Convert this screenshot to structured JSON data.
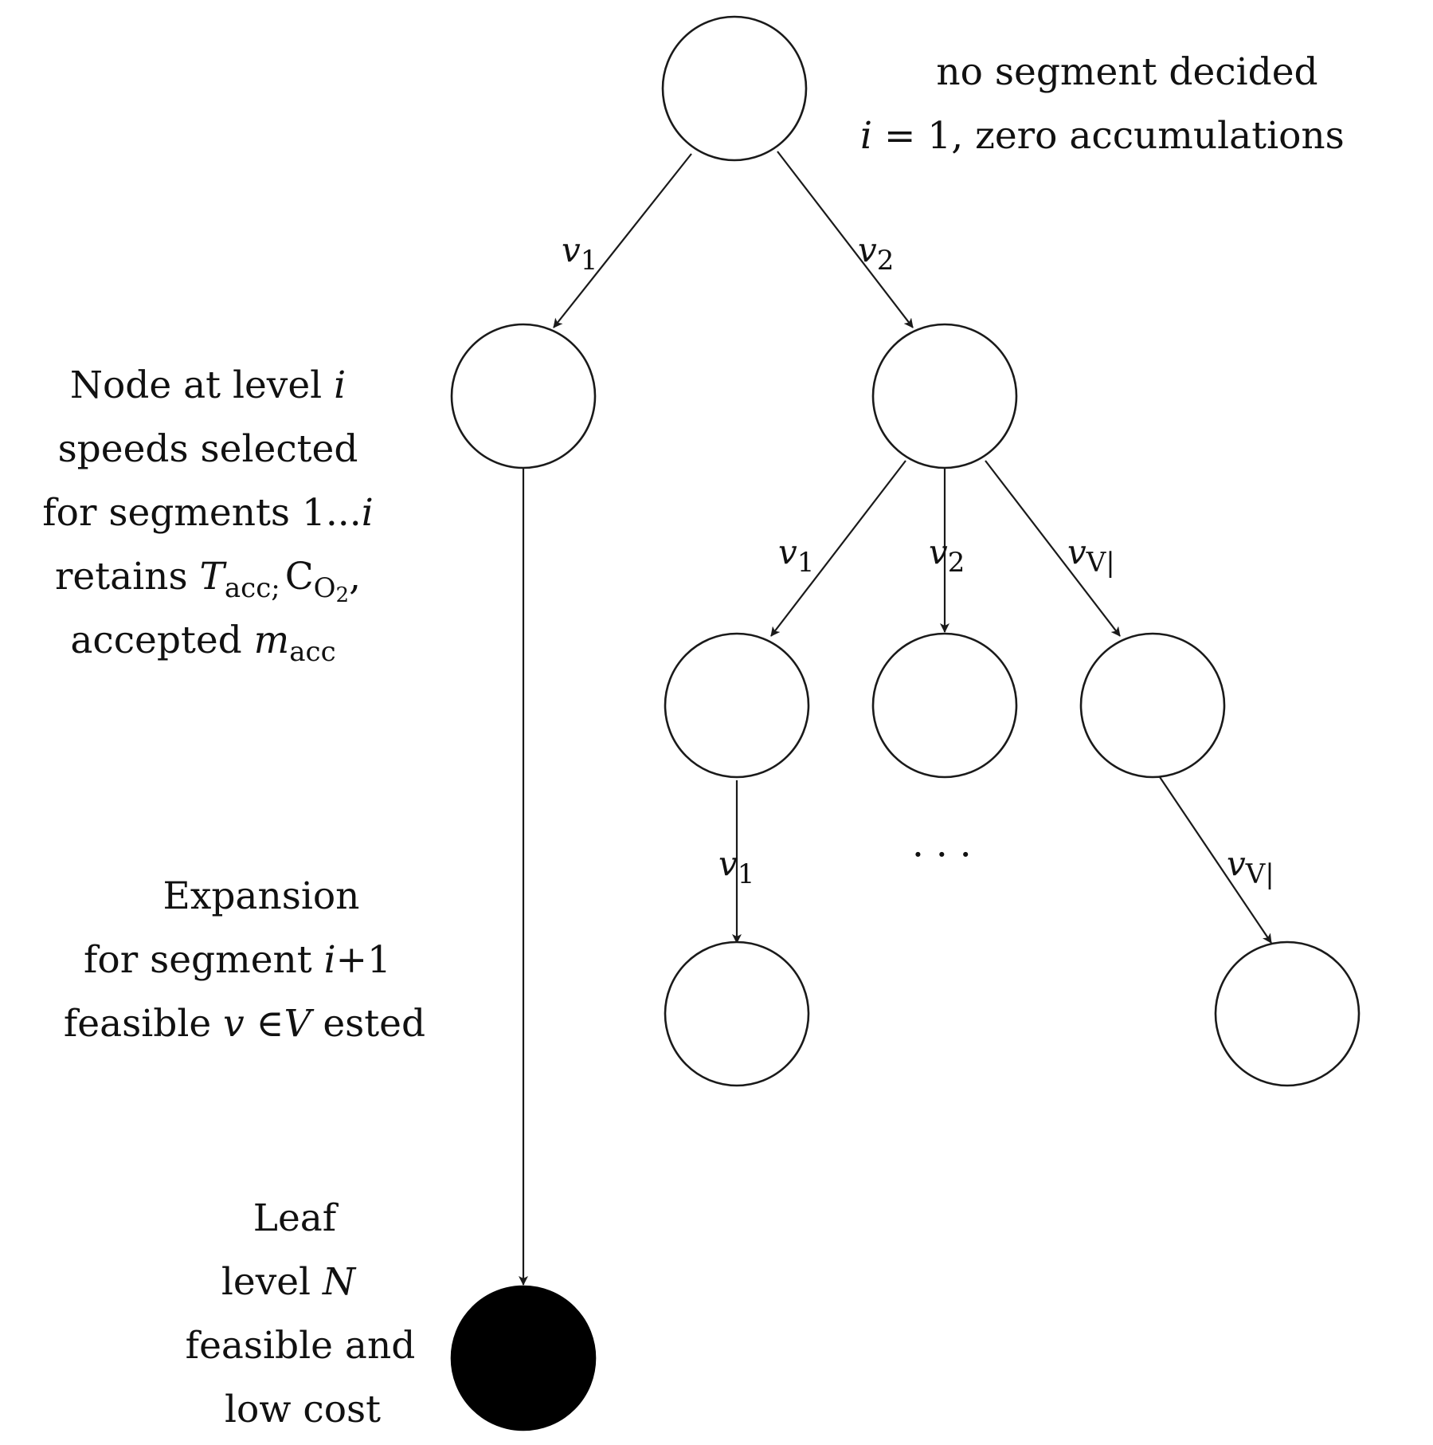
{
  "colors": {
    "line": "#1a1a1a",
    "node_fill": "#ffffff",
    "leaf_fill": "#000000",
    "text": "#111111"
  },
  "annotations": {
    "root": {
      "line1": "no segment decided",
      "line2_var": "i",
      "line2_rest": " = 1, zero accumulations"
    },
    "level": {
      "line1_text": "Node at level ",
      "line1_var": "i",
      "line2": "speeds selected",
      "line3_text": "for segments 1...",
      "line3_var": "i",
      "line4_text": "retains ",
      "line4_T": "T",
      "line4_T_sub": "acc;",
      "line4_C": "C",
      "line4_C_sub": "O",
      "line4_C_subsub": "2",
      "line4_tail": ",",
      "line5_text": "accepted ",
      "line5_var": "m",
      "line5_sub": "acc"
    },
    "expansion": {
      "line1": "Expansion",
      "line2_text": "for segment ",
      "line2_var": "i",
      "line2_rest": "+1",
      "line3_text": "feasible ",
      "line3_var": "v",
      "line3_sym": " ∈",
      "line3_set": "V",
      "line3_rest": " ested"
    },
    "leaf": {
      "line1": "Leaf",
      "line2_text": "level ",
      "line2_var": "N",
      "line3": "feasible and",
      "line4": "low cost"
    }
  },
  "edge_labels": {
    "root_left": {
      "var": "v",
      "sub": "1"
    },
    "root_right": {
      "var": "v",
      "sub": "2"
    },
    "mid_left": {
      "var": "v",
      "sub": "1"
    },
    "mid_center": {
      "var": "v",
      "sub": "2"
    },
    "mid_right": {
      "var": "v",
      "sub": "V|"
    },
    "low_left": {
      "var": "v",
      "sub": "1"
    },
    "low_right": {
      "var": "v",
      "sub": "V|"
    }
  },
  "ellipsis": "· · ·"
}
